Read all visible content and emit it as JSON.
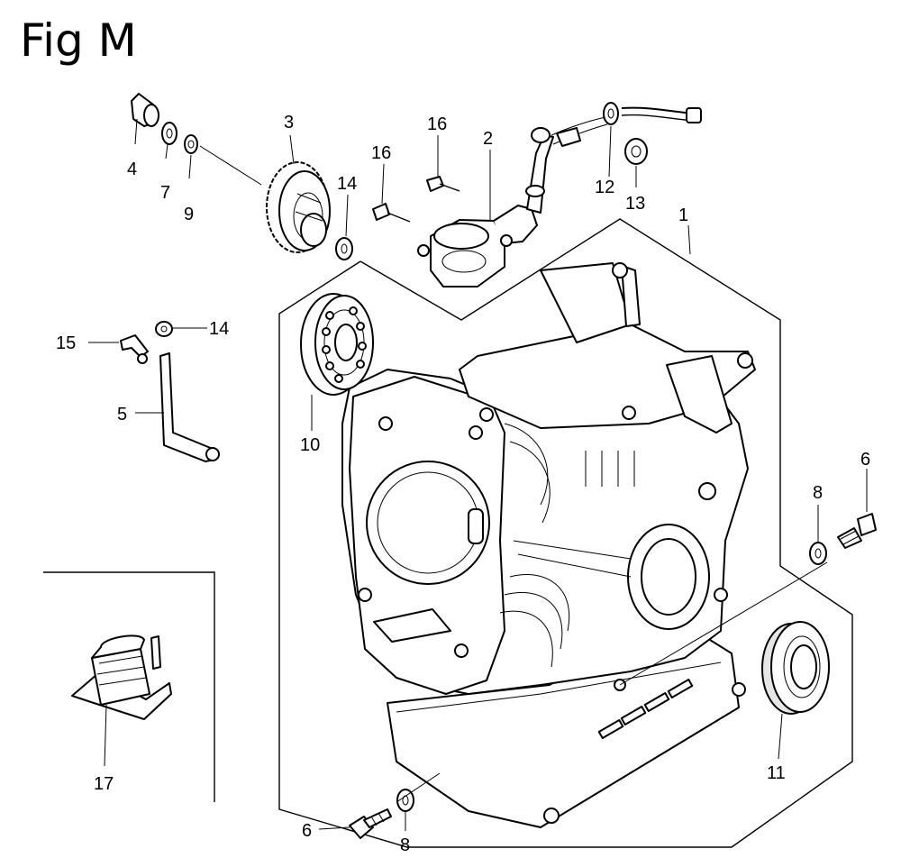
{
  "figure": {
    "title": "Fig M"
  },
  "callouts": {
    "c1": "1",
    "c2": "2",
    "c3": "3",
    "c4": "4",
    "c5": "5",
    "c6_right": "6",
    "c6_bottom": "6",
    "c7": "7",
    "c8_right": "8",
    "c8_bottom": "8",
    "c9": "9",
    "c10": "10",
    "c11": "11",
    "c12": "12",
    "c13": "13",
    "c14_top": "14",
    "c14_left": "14",
    "c15": "15",
    "c16_top": "16",
    "c16_left": "16",
    "c17": "17"
  },
  "parts": [
    {
      "ref": "1",
      "icon": "crankcase-icon"
    },
    {
      "ref": "2",
      "icon": "oil-pump-icon"
    },
    {
      "ref": "3",
      "icon": "governor-gear-icon"
    },
    {
      "ref": "4",
      "icon": "cap-icon"
    },
    {
      "ref": "5",
      "icon": "lever-arm-icon"
    },
    {
      "ref": "6",
      "icon": "flange-bolt-icon"
    },
    {
      "ref": "7",
      "icon": "washer-icon"
    },
    {
      "ref": "8",
      "icon": "washer-icon"
    },
    {
      "ref": "9",
      "icon": "clip-icon"
    },
    {
      "ref": "10",
      "icon": "ball-bearing-icon"
    },
    {
      "ref": "11",
      "icon": "oil-seal-icon"
    },
    {
      "ref": "12",
      "icon": "washer-icon"
    },
    {
      "ref": "13",
      "icon": "nut-icon"
    },
    {
      "ref": "14",
      "icon": "washer-icon"
    },
    {
      "ref": "15",
      "icon": "pin-icon"
    },
    {
      "ref": "16",
      "icon": "bolt-icon"
    },
    {
      "ref": "17",
      "icon": "engine-mount-icon"
    }
  ]
}
